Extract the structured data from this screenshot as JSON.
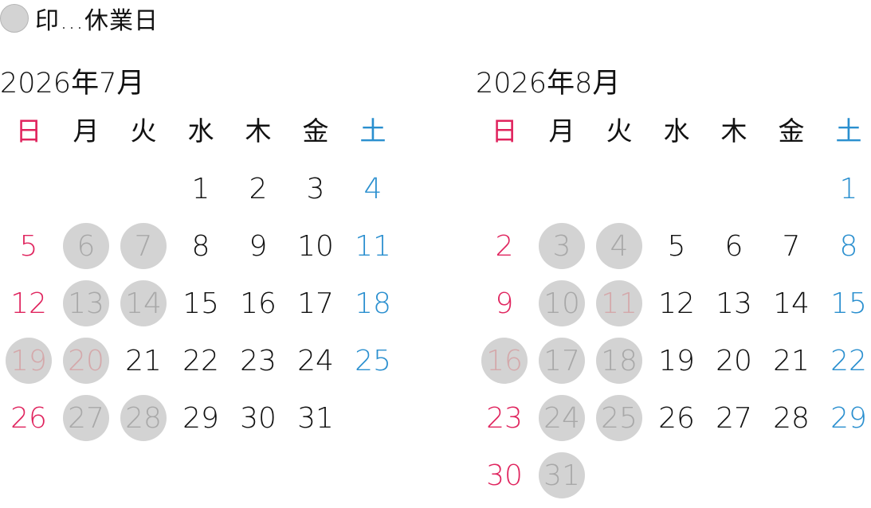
{
  "legend": {
    "label": "印…休業日",
    "dot_color": "#d3d3d3"
  },
  "colors": {
    "sunday": "#e0245e",
    "saturday": "#2a8fcf",
    "holiday_bg": "#d3d3d3"
  },
  "weekdays": [
    "日",
    "月",
    "火",
    "水",
    "木",
    "金",
    "土"
  ],
  "months": [
    {
      "title": "2026年7月",
      "offset": 3,
      "days": 31,
      "holidays": [
        6,
        7,
        13,
        14,
        19,
        20,
        27,
        28
      ],
      "marked_holidays": [
        19,
        20
      ]
    },
    {
      "title": "2026年8月",
      "offset": 6,
      "days": 31,
      "holidays": [
        3,
        4,
        10,
        11,
        16,
        17,
        18,
        24,
        25,
        31
      ],
      "marked_holidays": [
        11,
        16
      ]
    }
  ]
}
